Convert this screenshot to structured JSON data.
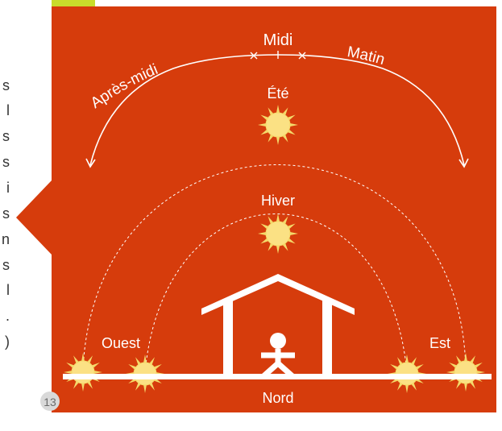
{
  "colors": {
    "panel": "#d63c0c",
    "accent_bar": "#c9dc2b",
    "page_badge": "#d9d9d9",
    "sun_fill": "#fbe184",
    "sun_ray": "#f4d96a",
    "white": "#ffffff",
    "margin_text": "#333333"
  },
  "labels": {
    "midi": "Midi",
    "apres_midi": "Après-midi",
    "matin": "Matin",
    "ete": "Été",
    "hiver": "Hiver",
    "ouest": "Ouest",
    "est": "Est",
    "nord": "Nord"
  },
  "page_number": "13",
  "margin_chars": [
    "s",
    "l",
    "s",
    "s",
    "i",
    "s",
    "n",
    "s",
    "l",
    ".",
    ")"
  ],
  "icons": [
    "sun-icon",
    "house-icon",
    "person-icon",
    "arrow-icon"
  ]
}
